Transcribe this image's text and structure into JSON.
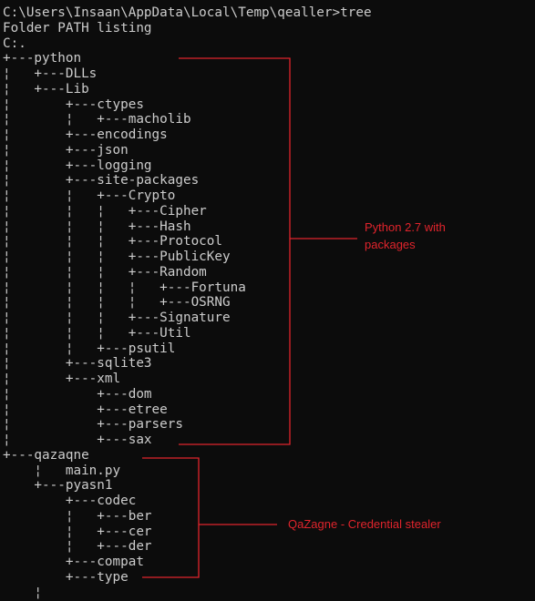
{
  "terminal": {
    "lines": [
      "C:\\Users\\Insaan\\AppData\\Local\\Temp\\qealler>tree",
      "Folder PATH listing",
      "C:.",
      "+---python",
      "¦   +---DLLs",
      "¦   +---Lib",
      "¦       +---ctypes",
      "¦       ¦   +---macholib",
      "¦       +---encodings",
      "¦       +---json",
      "¦       +---logging",
      "¦       +---site-packages",
      "¦       ¦   +---Crypto",
      "¦       ¦   ¦   +---Cipher",
      "¦       ¦   ¦   +---Hash",
      "¦       ¦   ¦   +---Protocol",
      "¦       ¦   ¦   +---PublicKey",
      "¦       ¦   ¦   +---Random",
      "¦       ¦   ¦   ¦   +---Fortuna",
      "¦       ¦   ¦   ¦   +---OSRNG",
      "¦       ¦   ¦   +---Signature",
      "¦       ¦   ¦   +---Util",
      "¦       ¦   +---psutil",
      "¦       +---sqlite3",
      "¦       +---xml",
      "¦           +---dom",
      "¦           +---etree",
      "¦           +---parsers",
      "¦           +---sax",
      "+---qazaqne",
      "    ¦   main.py",
      "    +---pyasn1",
      "        +---codec",
      "        ¦   +---ber",
      "        ¦   +---cer",
      "        ¦   +---der",
      "        +---compat",
      "        +---type",
      "    ¦"
    ]
  },
  "annotations": {
    "python_label": "Python 2.7 with packages",
    "qazagne_label": "QaZagne - Credential stealer",
    "line_color": "#e0242c"
  }
}
